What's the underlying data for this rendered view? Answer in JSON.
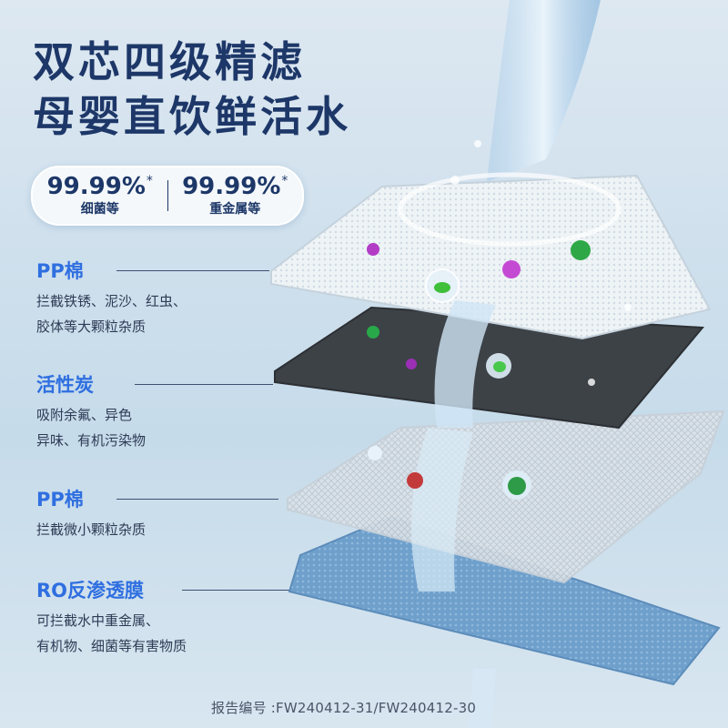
{
  "headline": {
    "line1": "双芯四级精滤",
    "line2": "母婴直饮鲜活水"
  },
  "badge": {
    "left": {
      "value": "99.99%",
      "mark": "*",
      "label": "细菌等"
    },
    "right": {
      "value": "99.99%",
      "mark": "*",
      "label": "重金属等"
    }
  },
  "layers": [
    {
      "name": "PP棉",
      "desc_lines": [
        "拦截铁锈、泥沙、红虫、",
        "胶体等大颗粒杂质"
      ]
    },
    {
      "name": "活性炭",
      "desc_lines": [
        "吸附余氟、异色",
        "异味、有机污染物"
      ]
    },
    {
      "name": "PP棉",
      "desc_lines": [
        "拦截微小颗粒杂质"
      ]
    },
    {
      "name": "RO反渗透膜",
      "desc_lines": [
        "可拦截水中重金属、",
        "有机物、细菌等有害物质"
      ]
    }
  ],
  "footer": {
    "report": "报告编号 :FW240412-31/FW240412-30"
  },
  "colors": {
    "title": "#1d3768",
    "layer_name": "#2f6fe0",
    "pp_layer": "#eef3f6",
    "carbon_layer": "#3d4247",
    "ro_layer": "#6fa0cc"
  }
}
